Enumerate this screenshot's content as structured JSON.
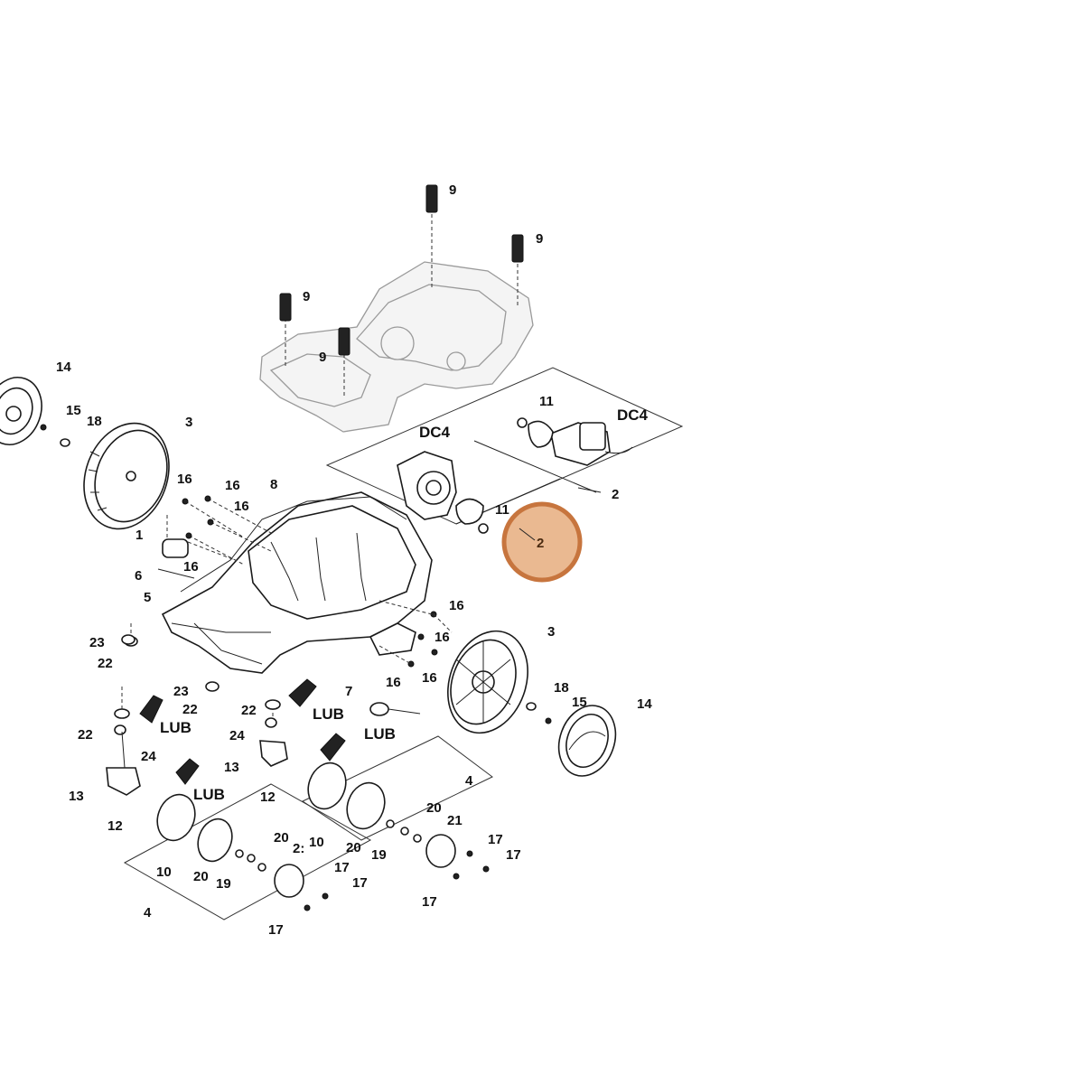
{
  "labels": {
    "p1": "1",
    "p2a": "2",
    "p2b": "2",
    "p3a": "3",
    "p3b": "3",
    "p4a": "4",
    "p4b": "4",
    "p5": "5",
    "p6": "6",
    "p7": "7",
    "p8": "8",
    "p9a": "9",
    "p9b": "9",
    "p9c": "9",
    "p9d": "9",
    "p10a": "10",
    "p10b": "10",
    "p11a": "11",
    "p11b": "11",
    "p12a": "12",
    "p12b": "12",
    "p13a": "13",
    "p13b": "13",
    "p14a": "14",
    "p14b": "14",
    "p15a": "15",
    "p15b": "15",
    "p16a": "16",
    "p16b": "16",
    "p16c": "16",
    "p16d": "16",
    "p16e": "16",
    "p16f": "16",
    "p16g": "16",
    "p17a": "17",
    "p17b": "17",
    "p17c": "17",
    "p17d": "17",
    "p17e": "17",
    "p17f": "17",
    "p18a": "18",
    "p18b": "18",
    "p19a": "19",
    "p19b": "19",
    "p20a": "20",
    "p20b": "20",
    "p20c": "20",
    "p20d": "20",
    "p21a": "21",
    "p21b": "2:",
    "p22a": "22",
    "p22b": "22",
    "p22c": "22",
    "p22d": "22",
    "p23a": "23",
    "p23b": "23",
    "p24a": "24",
    "p24b": "24",
    "dc4a": "DC4",
    "dc4b": "DC4",
    "luba": "LUB",
    "lubb": "LUB",
    "lubc": "LUB",
    "lubd": "LUB"
  },
  "hotspot": {
    "label": "2",
    "fill": "#e9b68c",
    "stroke": "#c56e34"
  }
}
